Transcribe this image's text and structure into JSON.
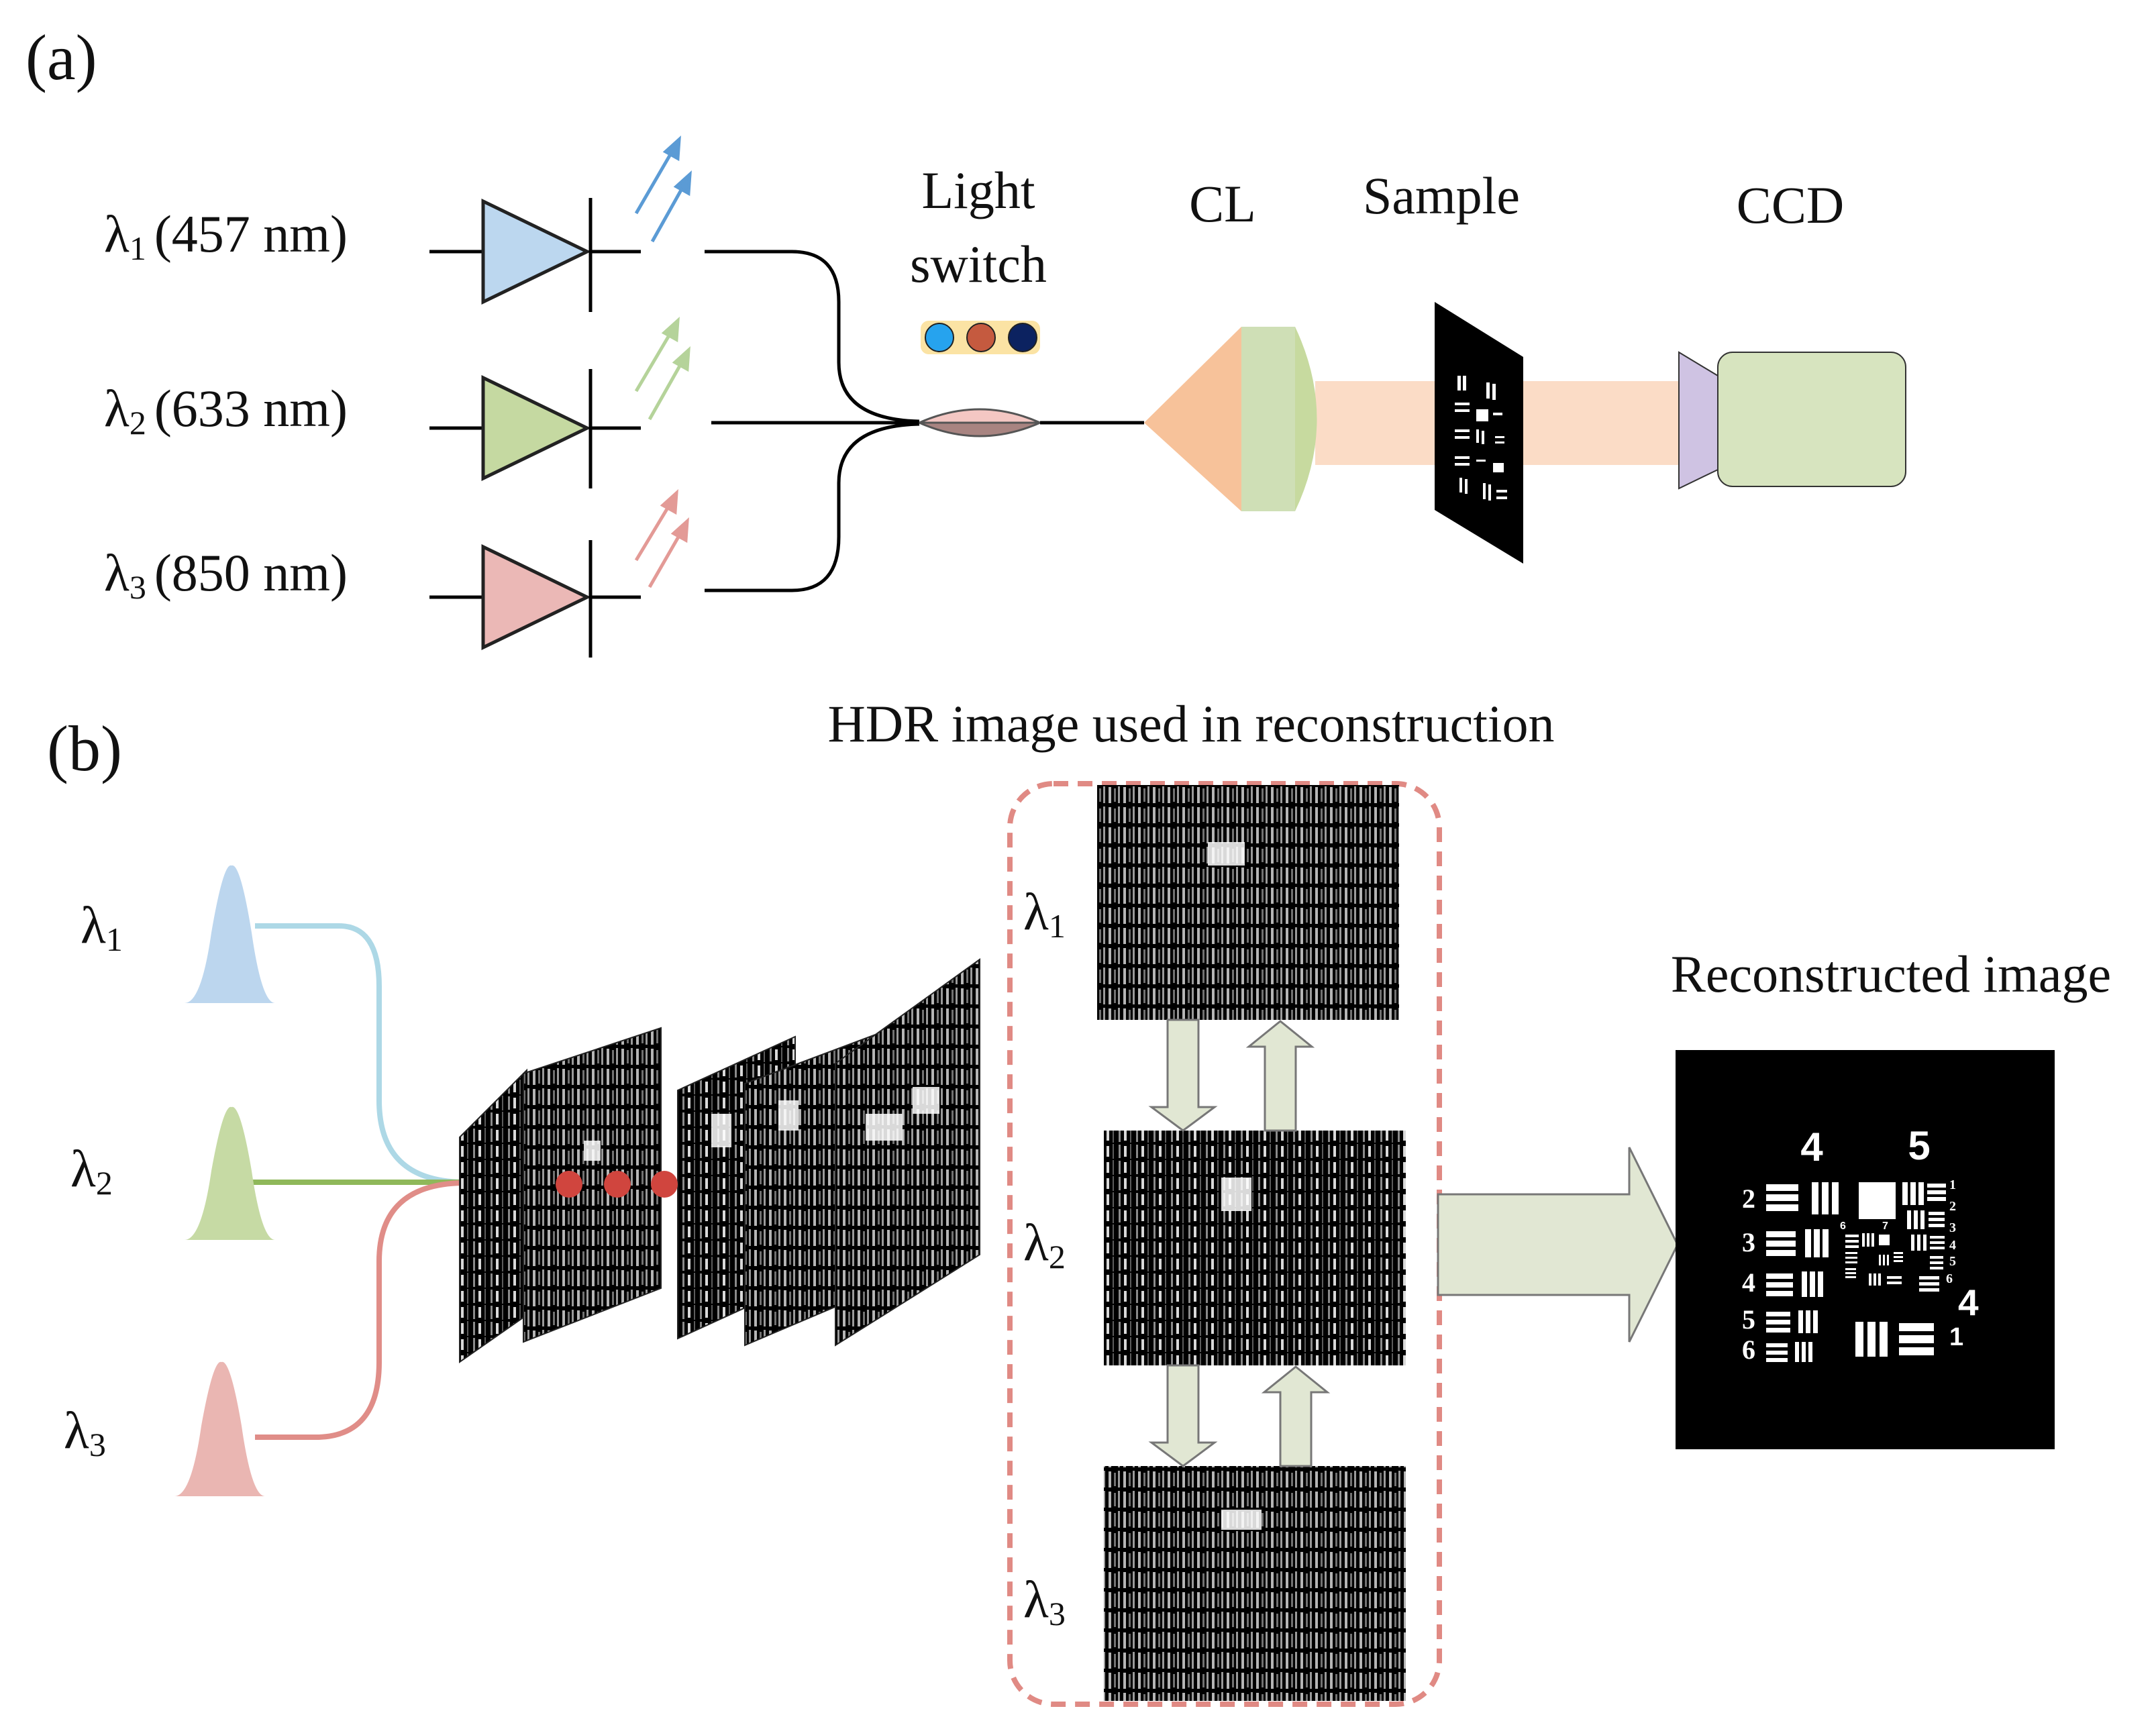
{
  "panel_a": {
    "label": "(a)",
    "sources": [
      {
        "sym": "λ",
        "sub": "1",
        "text": "(457 nm)",
        "color": "#bcd7ef",
        "arrow_color": "#5b9bd5"
      },
      {
        "sym": "λ",
        "sub": "2",
        "text": "(633 nm)",
        "color": "#c5d9a1",
        "arrow_color": "#b5d39a"
      },
      {
        "sym": "λ",
        "sub": "3",
        "text": "(850 nm)",
        "color": "#ebb8b6",
        "arrow_color": "#e39a96"
      }
    ],
    "light_switch": {
      "line1": "Light",
      "line2": "switch",
      "dot_colors": [
        "#26a3ee",
        "#c55a3f",
        "#0c2260"
      ]
    },
    "cl_label": "CL",
    "sample_label": "Sample",
    "ccd_label": "CCD",
    "colors": {
      "cone": "#f7c29a",
      "lens": "#d8e4be",
      "beam": "#fbdcc6",
      "ccd_body": "#d7e4bf",
      "ccd_front": "#cfc3e3"
    }
  },
  "panel_b": {
    "label": "(b)",
    "sources": [
      {
        "sym": "λ",
        "sub": "1",
        "color": "#bcd6ee",
        "line_color": "#add8e6"
      },
      {
        "sym": "λ",
        "sub": "2",
        "color": "#c6daa4",
        "line_color": "#8fb85a"
      },
      {
        "sym": "λ",
        "sub": "3",
        "color": "#eab6b2",
        "line_color": "#e08d88"
      }
    ],
    "dot_color": "#d0453e",
    "hdr_title": "HDR image used in reconstruction",
    "hdr_rows": [
      {
        "sym": "λ",
        "sub": "1"
      },
      {
        "sym": "λ",
        "sub": "2"
      },
      {
        "sym": "λ",
        "sub": "3"
      }
    ],
    "reconstructed_title": "Reconstructed image",
    "target_labels": {
      "group4": "4",
      "group5": "5",
      "left_nums": [
        "2",
        "3",
        "4",
        "5",
        "6"
      ],
      "right_nums": [
        "1",
        "2",
        "3",
        "4",
        "5",
        "6"
      ],
      "big4": "4",
      "big1": "1",
      "small6": "6",
      "small7": "7"
    },
    "colors": {
      "arrow_fill": "#e1e7d3",
      "dashed_border": "#e08a84"
    }
  }
}
